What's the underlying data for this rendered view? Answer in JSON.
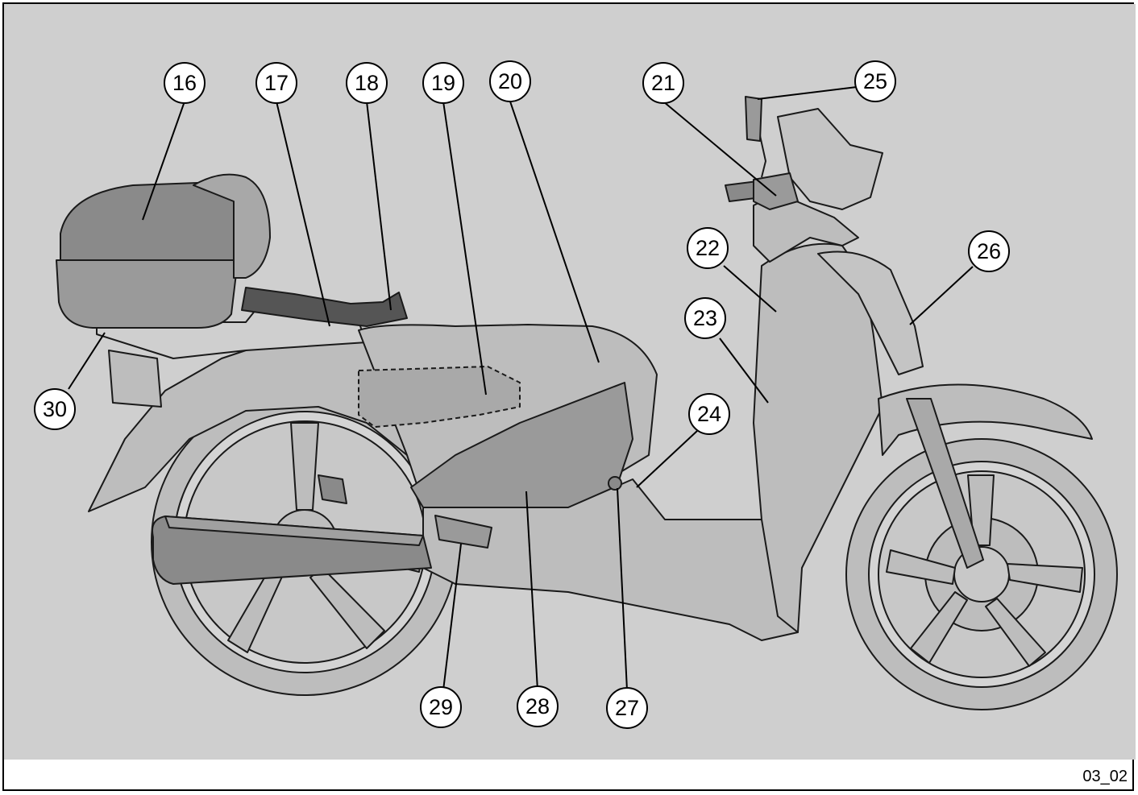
{
  "figure_code": "03_02",
  "colors": {
    "background_panel": "#cfcfcf",
    "body_fill": "#bdbdbd",
    "dark_fill": "#8a8a8a",
    "outline": "#1a1a1a",
    "callout_fill": "#ffffff"
  },
  "callouts": [
    {
      "id": "16",
      "label": "16"
    },
    {
      "id": "17",
      "label": "17"
    },
    {
      "id": "18",
      "label": "18"
    },
    {
      "id": "19",
      "label": "19"
    },
    {
      "id": "20",
      "label": "20"
    },
    {
      "id": "21",
      "label": "21"
    },
    {
      "id": "22",
      "label": "22"
    },
    {
      "id": "23",
      "label": "23"
    },
    {
      "id": "24",
      "label": "24"
    },
    {
      "id": "25",
      "label": "25"
    },
    {
      "id": "26",
      "label": "26"
    },
    {
      "id": "27",
      "label": "27"
    },
    {
      "id": "28",
      "label": "28"
    },
    {
      "id": "29",
      "label": "29"
    },
    {
      "id": "30",
      "label": "30"
    }
  ]
}
